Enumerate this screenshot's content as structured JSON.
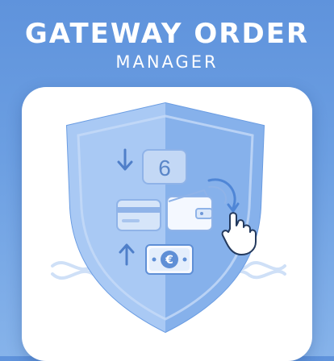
{
  "header": {
    "title": "GATEWAY ORDER",
    "subtitle": "MANAGER"
  },
  "icon": {
    "shield": "shield-icon",
    "order_number": "6",
    "currency_symbol": "€",
    "elements": [
      "down-arrow-icon",
      "document-icon",
      "credit-card-icon",
      "wallet-icon",
      "refresh-arrow-icon",
      "hand-pointer-icon",
      "up-arrow-icon",
      "banknote-icon",
      "link-decoration-icon"
    ]
  },
  "colors": {
    "background": "#6c9fe2",
    "shield_light": "#a8c8f3",
    "shield_dark": "#7aa6e6",
    "card": "#ffffff",
    "accent": "#4f86d6"
  }
}
